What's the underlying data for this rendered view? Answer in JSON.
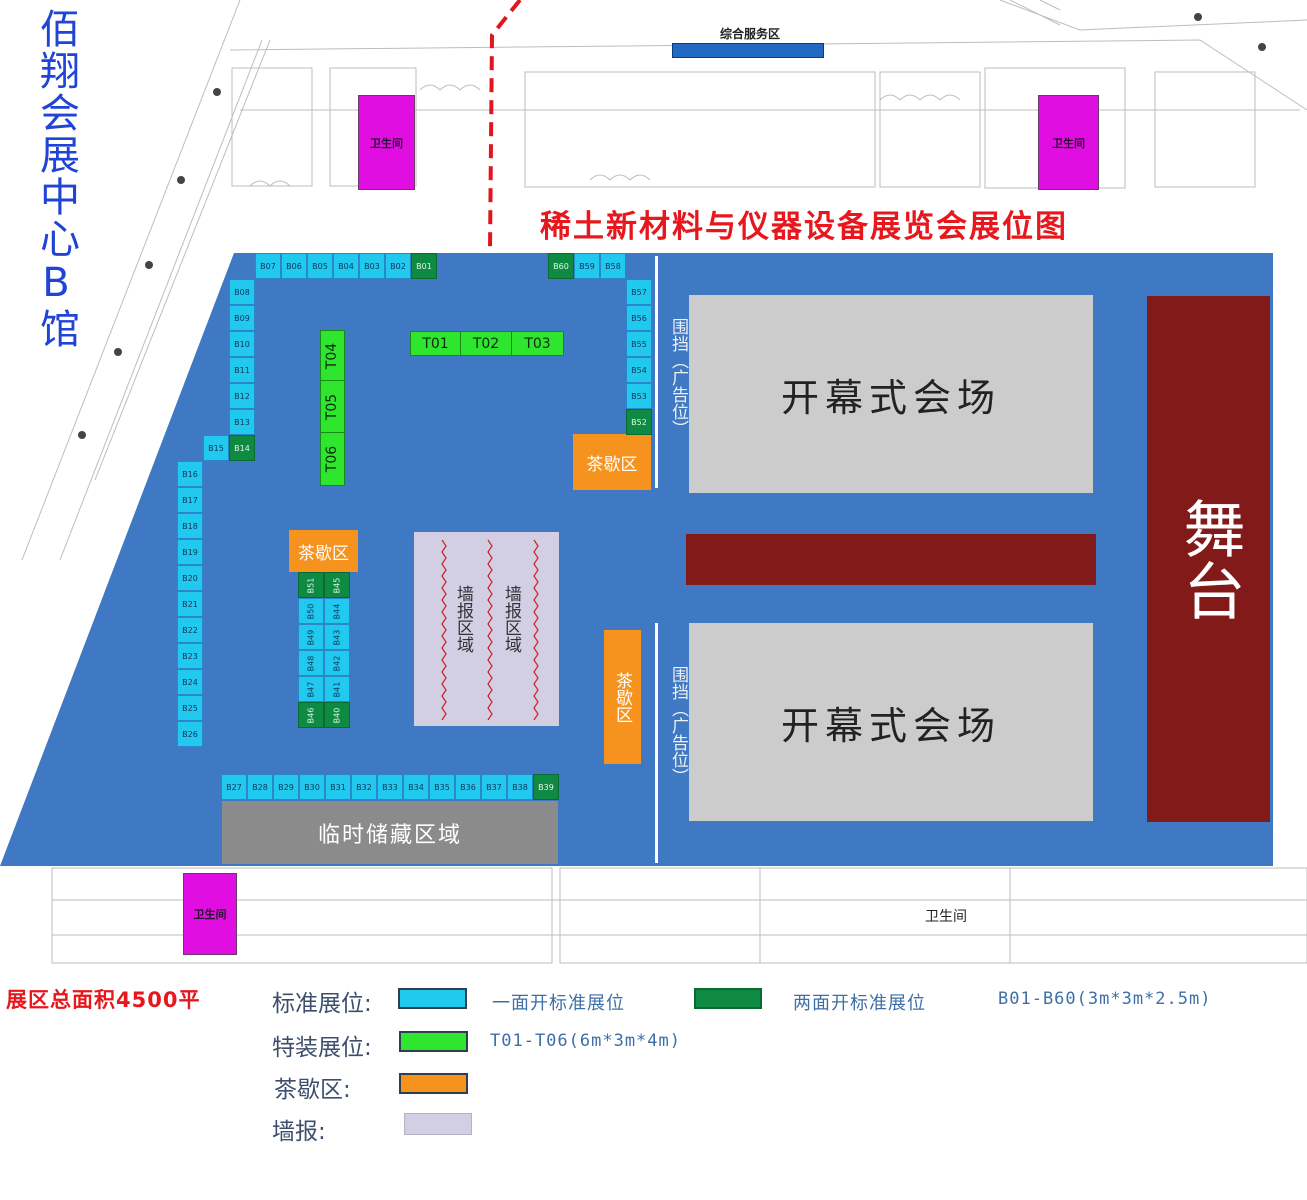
{
  "venue_title": "佰翔会展中心B馆",
  "map_title": "稀土新材料与仪器设备展览会展位图",
  "service_area": "综合服务区",
  "restroom": "卫生间",
  "total_area": "展区总面积4500平",
  "stage": "舞台",
  "opening_hall_top": "开幕式会场",
  "opening_hall_bottom": "开幕式会场",
  "barrier_top": "围挡（广告位）",
  "barrier_bottom": "围挡（广告位）",
  "tea_areas": [
    "茶歇区",
    "茶歇区",
    "茶歇区"
  ],
  "wall_posters": [
    "墙报区域",
    "墙报区域"
  ],
  "storage": "临时储藏区域",
  "special_booths": [
    "T01",
    "T02",
    "T03",
    "T04",
    "T05",
    "T06"
  ],
  "booths": {
    "top_left": [
      "B07",
      "B06",
      "B05",
      "B04",
      "B03",
      "B02",
      "B01"
    ],
    "top_right": [
      "B60",
      "B59",
      "B58"
    ],
    "left_upper": [
      "B08",
      "B09",
      "B10",
      "B11",
      "B12",
      "B13",
      "B14"
    ],
    "b15": "B15",
    "left_lower": [
      "B16",
      "B17",
      "B18",
      "B19",
      "B20",
      "B21",
      "B22",
      "B23",
      "B24",
      "B25",
      "B26"
    ],
    "right_col": [
      "B57",
      "B56",
      "B55",
      "B54",
      "B53",
      "B52"
    ],
    "bottom_row": [
      "B27",
      "B28",
      "B29",
      "B30",
      "B31",
      "B32",
      "B33",
      "B34",
      "B35",
      "B36",
      "B37",
      "B38",
      "B39"
    ],
    "island_left": [
      "B51",
      "B50",
      "B49",
      "B48",
      "B47",
      "B46"
    ],
    "island_right": [
      "B45",
      "B44",
      "B43",
      "B42",
      "B41",
      "B40"
    ]
  },
  "double_open_booths": [
    "B01",
    "B60",
    "B14",
    "B52",
    "B39",
    "B51",
    "B45",
    "B46",
    "B40"
  ],
  "legend": {
    "standard_label": "标准展位:",
    "one_side": "一面开标准展位",
    "two_side": "两面开标准展位",
    "standard_spec": "B01-B60(3m*3m*2.5m)",
    "special_label": "特装展位:",
    "special_spec": "T01-T06(6m*3m*4m)",
    "tea_label": "茶歇区:",
    "wall_label": "墙报:"
  },
  "colors": {
    "hall_floor": "#3f78c3",
    "standard_booth": "#21c9ee",
    "double_booth": "#0f8a43",
    "special_booth": "#2ee62e",
    "tea_area": "#f6931f",
    "wall_poster": "#d2cee4",
    "stage": "#821a1a",
    "opening_hall": "#cccccc",
    "storage": "#8b8b8b",
    "restroom": "#e00ee0",
    "title_red": "#e8171d",
    "venue_blue": "#1f44d6"
  }
}
